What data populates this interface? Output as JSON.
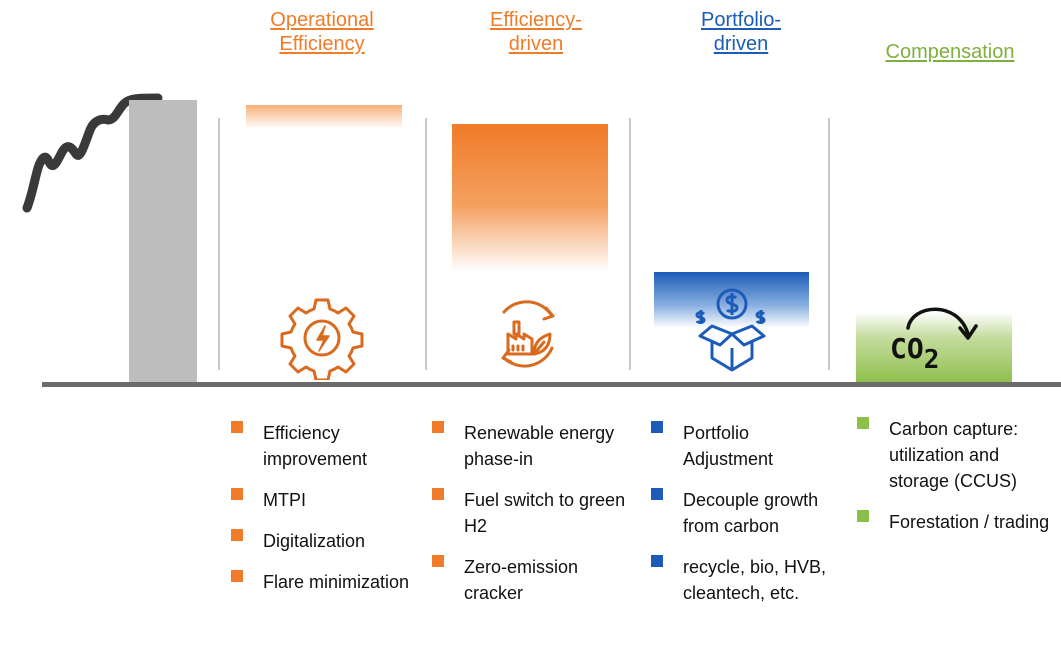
{
  "colors": {
    "operational": "#F07B28",
    "efficiency": "#F07B28",
    "portfolio": "#1C5CB8",
    "compensation": "#7FAF3C",
    "baseline": "#6B6B6B",
    "gray_bar": "#BDBDBD",
    "trend": "#3A3A3A"
  },
  "columns": [
    {
      "title_line1": "Operational",
      "title_line2": "Efficiency",
      "icon": "gear-lightning-icon",
      "items": [
        "Efficiency improvement",
        "MTPI",
        "Digitalization",
        "Flare minimization"
      ]
    },
    {
      "title_line1": "Efficiency-",
      "title_line2": "driven",
      "icon": "factory-cycle-icon",
      "items": [
        "Renewable energy phase-in",
        "Fuel switch to green H2",
        "Zero-emission cracker"
      ]
    },
    {
      "title_line1": "Portfolio-",
      "title_line2": "driven",
      "icon": "money-box-icon",
      "items": [
        "Portfolio Adjustment",
        "Decouple growth from carbon",
        "recycle, bio, HVB, cleantech, etc."
      ]
    },
    {
      "title_line1": "Compensation",
      "title_line2": "",
      "icon": "co2-cycle-icon",
      "icon_label": "CO",
      "icon_sub": "2",
      "items": [
        "Carbon capture: utilization and storage (CCUS)",
        "Forestation / trading"
      ]
    }
  ]
}
